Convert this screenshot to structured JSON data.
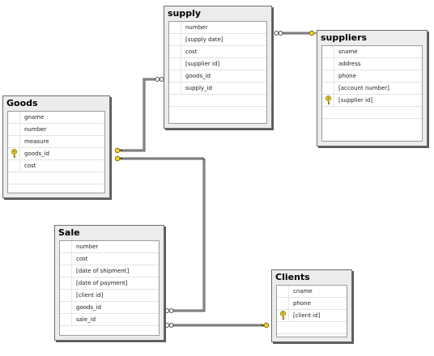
{
  "diagram": {
    "tables": [
      {
        "id": "goods",
        "title": "Goods",
        "columns": [
          {
            "name": "gname",
            "key": false
          },
          {
            "name": "number",
            "key": false
          },
          {
            "name": "measure",
            "key": false
          },
          {
            "name": "goods_id",
            "key": true
          },
          {
            "name": "cost",
            "key": false
          }
        ]
      },
      {
        "id": "supply",
        "title": "supply",
        "columns": [
          {
            "name": "number",
            "key": false
          },
          {
            "name": "[supply date]",
            "key": false
          },
          {
            "name": "cost",
            "key": false
          },
          {
            "name": "[supplier id]",
            "key": false
          },
          {
            "name": "goods_id",
            "key": false
          },
          {
            "name": "supply_id",
            "key": false
          }
        ]
      },
      {
        "id": "suppliers",
        "title": "suppliers",
        "columns": [
          {
            "name": "sname",
            "key": false
          },
          {
            "name": "address",
            "key": false
          },
          {
            "name": "phone",
            "key": false
          },
          {
            "name": "[account number]",
            "key": false
          },
          {
            "name": "[supplier id]",
            "key": true
          }
        ]
      },
      {
        "id": "sale",
        "title": "Sale",
        "columns": [
          {
            "name": "number",
            "key": false
          },
          {
            "name": "cost",
            "key": false
          },
          {
            "name": "[date of shipment]",
            "key": false
          },
          {
            "name": "[date of payment]",
            "key": false
          },
          {
            "name": "[client id]",
            "key": false
          },
          {
            "name": "goods_id",
            "key": false
          },
          {
            "name": "sale_id",
            "key": false
          }
        ]
      },
      {
        "id": "clients",
        "title": "Clients",
        "columns": [
          {
            "name": "cname",
            "key": false
          },
          {
            "name": "phone",
            "key": false
          },
          {
            "name": "[client id]",
            "key": true
          }
        ]
      }
    ],
    "relationships": [
      {
        "from": "supply",
        "to": "suppliers",
        "one_end": "suppliers",
        "many_end": "supply"
      },
      {
        "from": "supply",
        "to": "goods",
        "one_end": "goods",
        "many_end": "supply"
      },
      {
        "from": "sale",
        "to": "goods",
        "one_end": "goods",
        "many_end": "sale"
      },
      {
        "from": "sale",
        "to": "clients",
        "one_end": "clients",
        "many_end": "sale"
      }
    ],
    "colors": {
      "table_background": "#ececec",
      "table_border": "#6e6e6e",
      "grid_background": "#ffffff",
      "key_icon": "#f2d22b",
      "connector": "#333333"
    },
    "icons": {
      "primary_key": "key-icon",
      "one_end": "key-icon",
      "many_end": "infinity-icon"
    }
  }
}
